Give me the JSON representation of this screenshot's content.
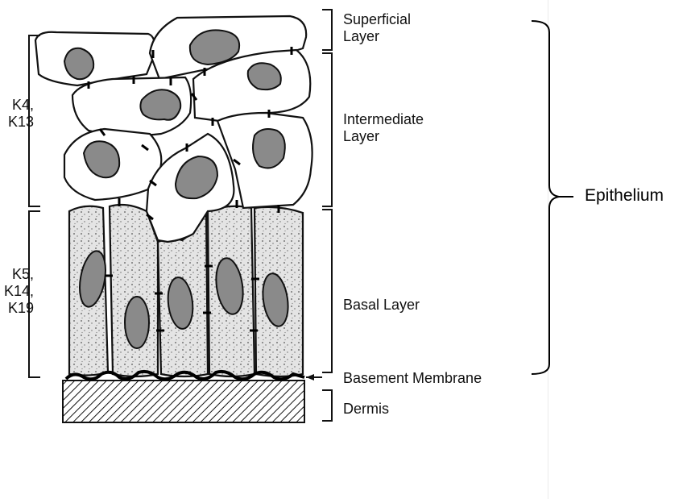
{
  "diagram": {
    "layers": {
      "superficial": [
        "Superficial",
        "Layer"
      ],
      "intermediate": [
        "Intermediate",
        "Layer"
      ],
      "basal": "Basal Layer",
      "basement": "Basement Membrane",
      "dermis": "Dermis"
    },
    "keratins": {
      "upper": [
        "K4,",
        "K13"
      ],
      "lower": [
        "K5,",
        "K14,",
        "K19"
      ]
    },
    "epithelium": "Epithelium"
  },
  "colors": {
    "ink": "#111111",
    "nucleus": "#8a8a8a",
    "basal_fill": "#e2e2e2",
    "background": "#ffffff"
  }
}
